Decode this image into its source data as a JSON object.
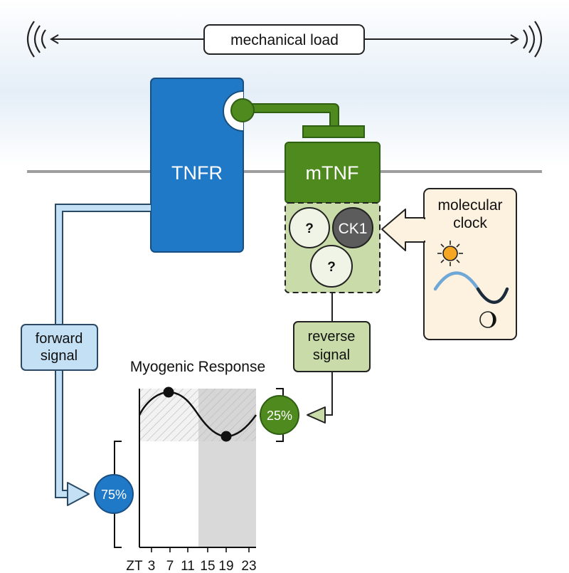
{
  "top": {
    "load_label": "mechanical load"
  },
  "receptor": {
    "label": "TNFR"
  },
  "ligand": {
    "label": "mTNF",
    "complex": {
      "unknown_1": "?",
      "kinase": "CK1",
      "unknown_2": "?"
    }
  },
  "clock": {
    "line1": "molecular",
    "line2": "clock"
  },
  "forward_signal": {
    "line1": "forward",
    "line2": "signal"
  },
  "reverse_signal": {
    "line1": "reverse",
    "line2": "signal"
  },
  "response": {
    "title": "Myogenic Response",
    "forward_pct": "75%",
    "reverse_pct": "25%",
    "axis": {
      "prefix": "ZT",
      "ticks": [
        "3",
        "7",
        "11",
        "15",
        "19",
        "23"
      ]
    }
  },
  "colors": {
    "tnfr_blue": "#2079c7",
    "tnf_green": "#4f8a1e",
    "light_blue": "#c4e0f4",
    "light_green": "#c8dba8",
    "ck1_gray": "#5c5c5c",
    "clock_bg": "#fdf2e0",
    "night_gray": "#d9d9d9"
  }
}
